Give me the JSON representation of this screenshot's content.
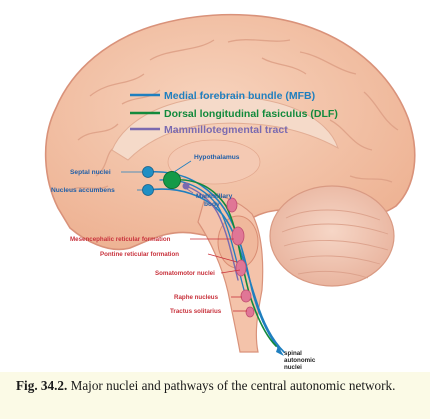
{
  "figure": {
    "legend": [
      {
        "label": "Medial forebrain bundle (MFB)",
        "color": "#1f7fbf"
      },
      {
        "label": "Dorsal longitudinal fasiculus (DLF)",
        "color": "#128a3c"
      },
      {
        "label": "Mammillotegmental tract",
        "color": "#7a6ab0"
      }
    ],
    "labels": {
      "hypothalamus": "Hypothalamus",
      "septal_nuclei": "Septal nuclei",
      "nucleus_accumbens": "Nucleus accumbens",
      "mammillary_body_line1": "Mammillary",
      "mammillary_body_line2": "body",
      "mesencephalic": "Mesencephalic reticular formation",
      "pontine": "Pontine reticular formation",
      "somatomotor": "Somatomotor nuclei",
      "raphe": "Raphe nucleus",
      "tractus": "Tractus solitarius",
      "spinal_line1": "spinal",
      "spinal_line2": "autonomic",
      "spinal_line3": "nuclei"
    },
    "colors": {
      "brain_fill": "#f2c2a6",
      "brain_outline": "#d9927a",
      "cerebellum": "#f0c7b2",
      "label_red": "#c8323c",
      "label_blue": "#1f5fa8",
      "mfb_blue": "#1f7fbf",
      "dlf_green": "#128a3c",
      "mt_purple": "#7a6ab0"
    }
  },
  "caption": {
    "fig_num": "Fig. 34.2.",
    "text": "Major nuclei and pathways of the central autonomic network."
  }
}
